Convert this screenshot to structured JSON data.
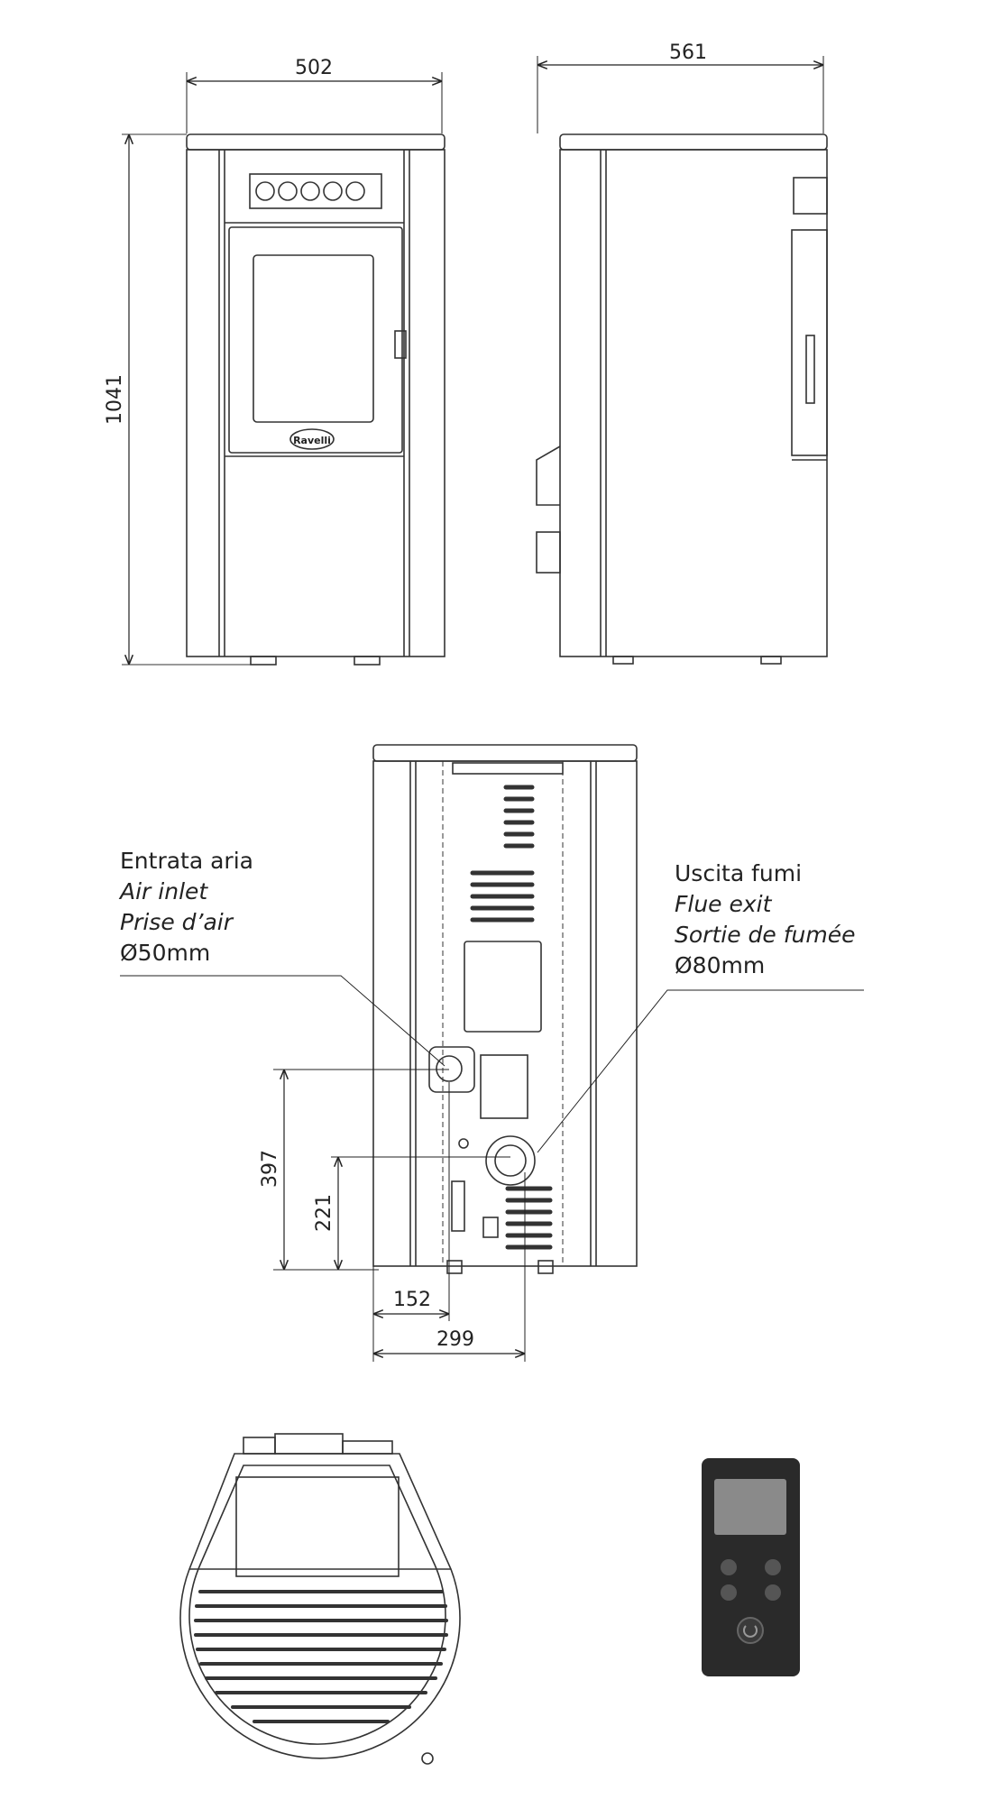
{
  "dimensions": {
    "front_width": "502",
    "side_depth": "561",
    "height": "1041",
    "air_inlet_height": "397",
    "flue_height": "221",
    "air_inlet_offset": "152",
    "flue_offset": "299"
  },
  "air_inlet": {
    "it": "Entrata aria",
    "en": "Air inlet",
    "fr": "Prise d’air",
    "diameter": "Ø50mm"
  },
  "flue_exit": {
    "it": "Uscita fumi",
    "en": "Flue exit",
    "fr": "Sortie de fumée",
    "diameter": "Ø80mm"
  },
  "brand": "Ravelli",
  "colors": {
    "line": "#333333",
    "remote_body": "#2a2a2a",
    "remote_screen": "#8a8a8a"
  }
}
